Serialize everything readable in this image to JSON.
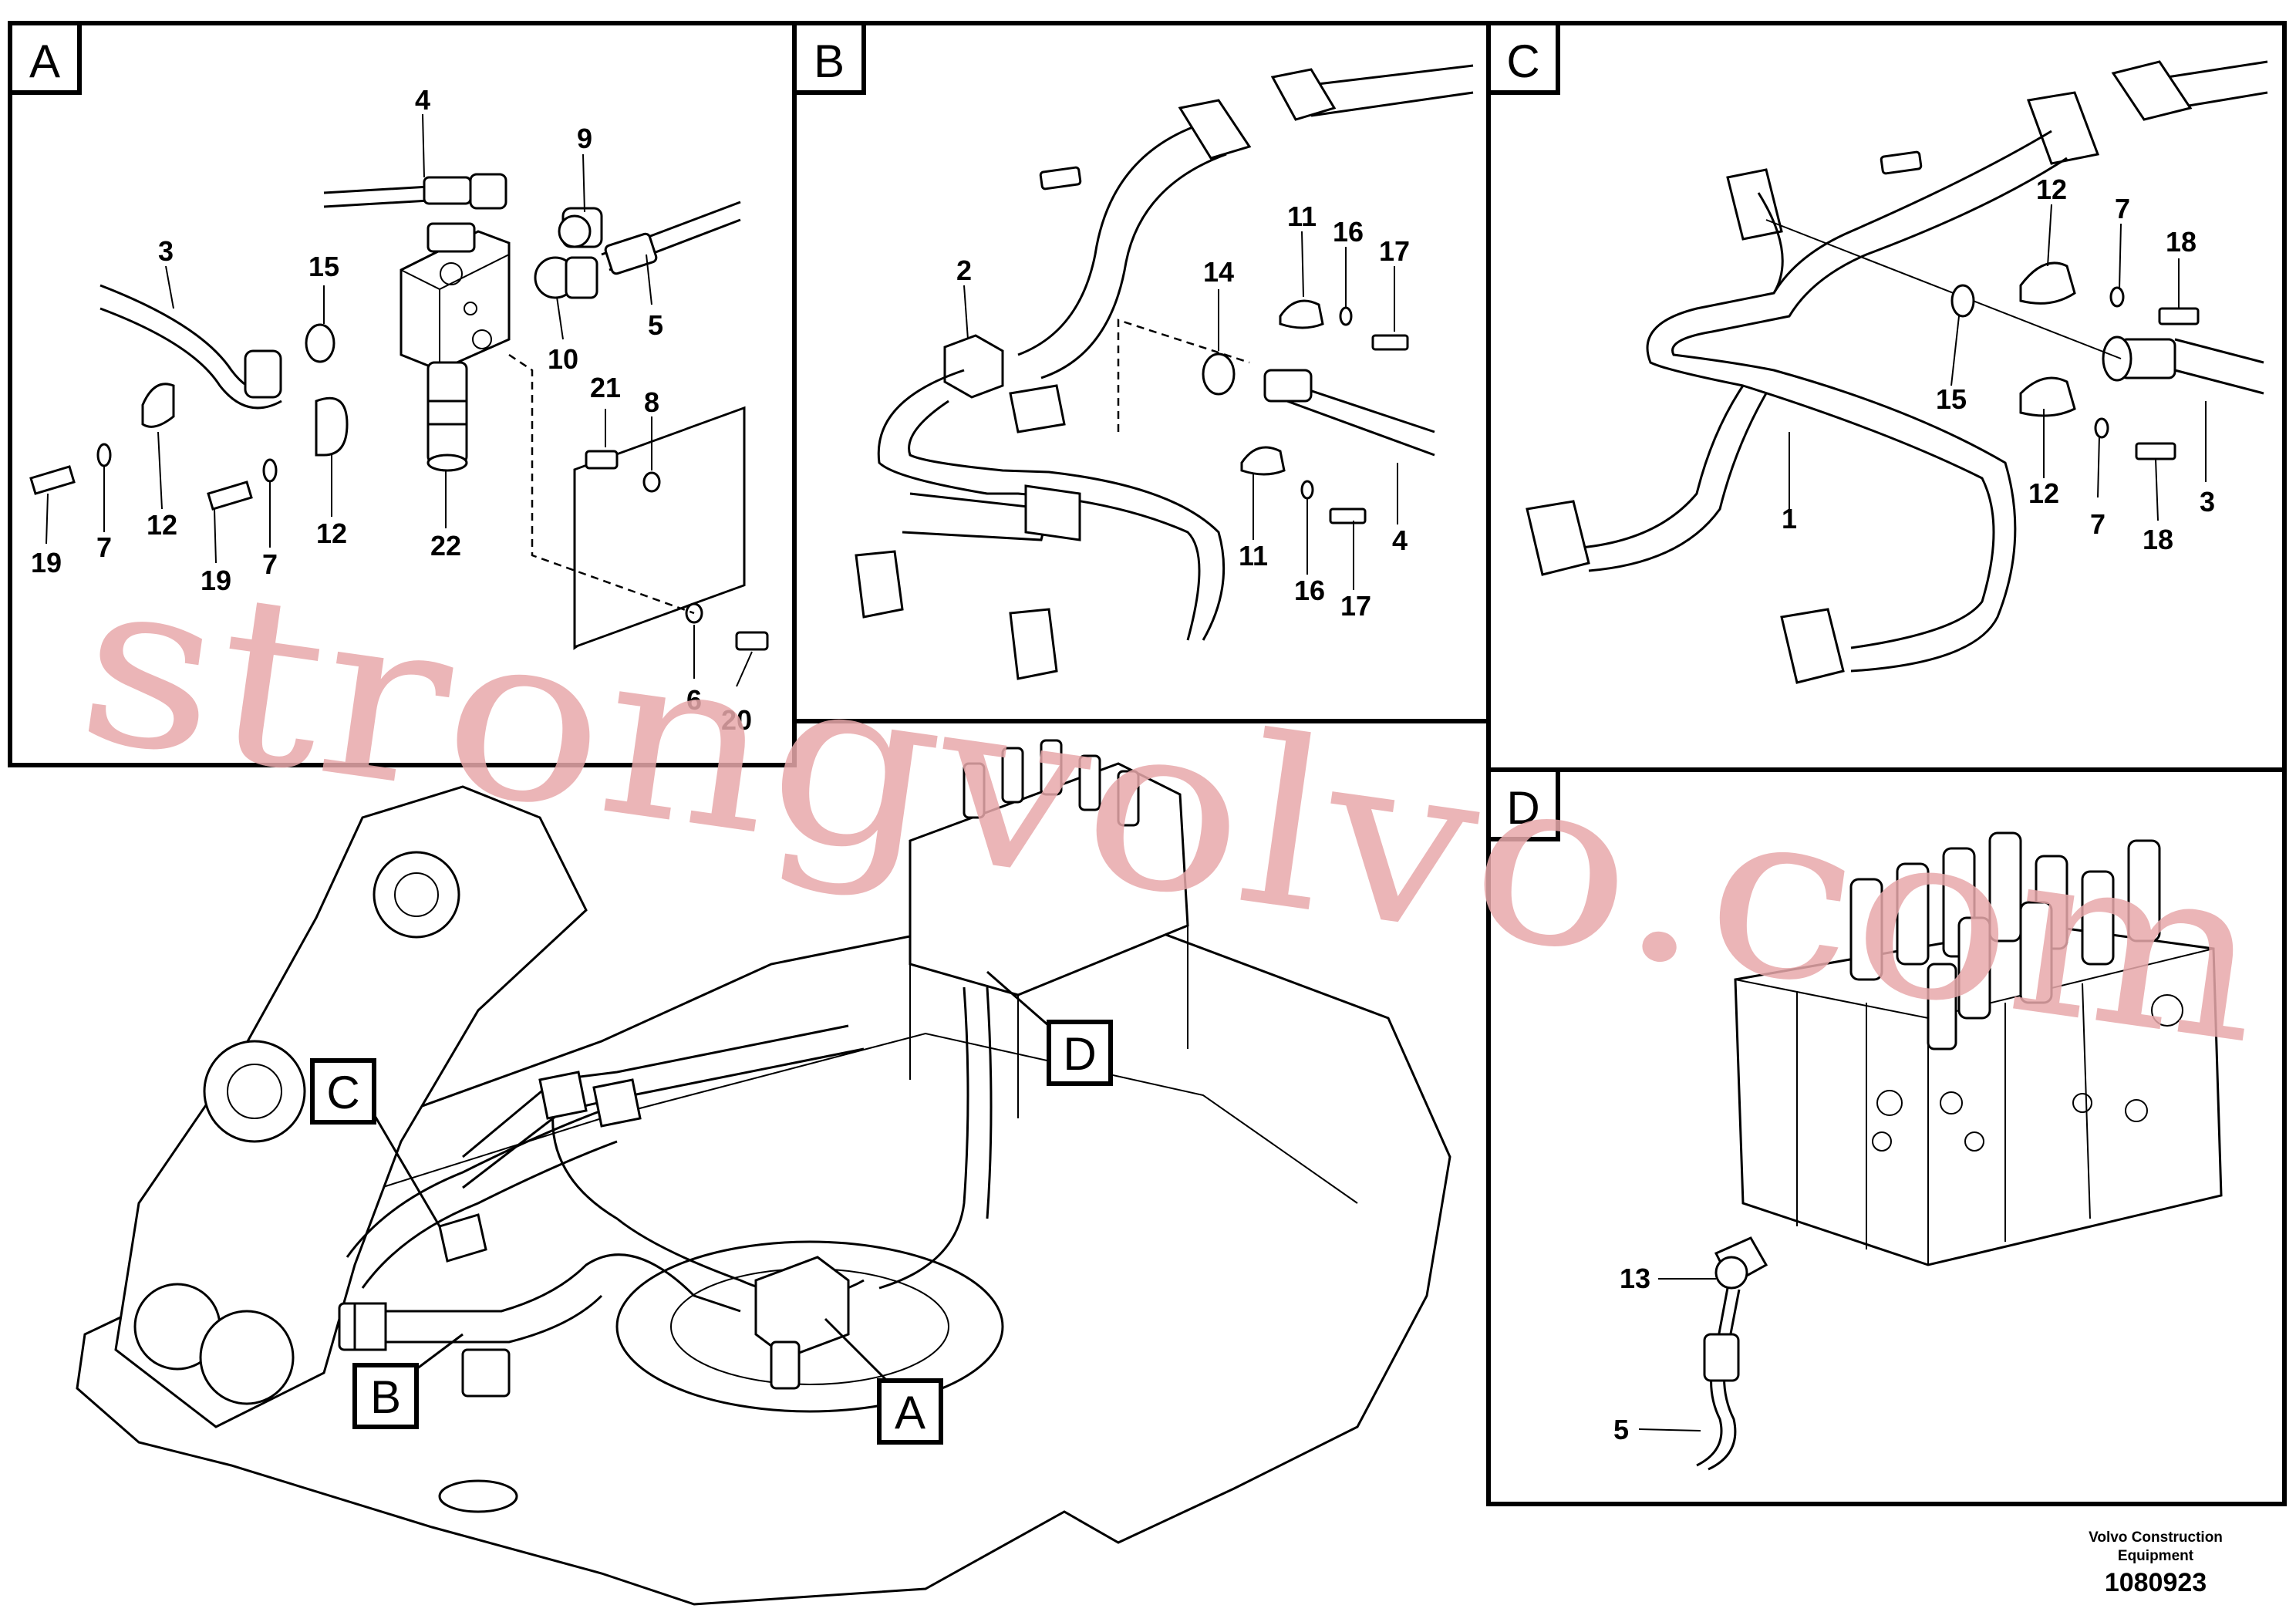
{
  "panels": {
    "A": {
      "letter": "A",
      "callouts": [
        "4",
        "9",
        "3",
        "15",
        "5",
        "10",
        "21",
        "8",
        "19",
        "7",
        "12",
        "19",
        "7",
        "12",
        "22",
        "6",
        "20"
      ]
    },
    "B": {
      "letter": "B",
      "callouts": [
        "2",
        "14",
        "11",
        "16",
        "17",
        "11",
        "16",
        "17",
        "4"
      ]
    },
    "C": {
      "letter": "C",
      "callouts": [
        "12",
        "7",
        "18",
        "15",
        "1",
        "12",
        "7",
        "18",
        "3"
      ]
    },
    "D": {
      "letter": "D",
      "callouts": [
        "13",
        "5"
      ]
    }
  },
  "overview": {
    "pointers": [
      "C",
      "D",
      "B",
      "A"
    ]
  },
  "watermark": "strongvolvo.com",
  "footer": {
    "brand_line1": "Volvo Construction",
    "brand_line2": "Equipment",
    "drawing_number": "1080923"
  },
  "colors": {
    "watermark": "#e8a9ab",
    "ink": "#000000"
  }
}
